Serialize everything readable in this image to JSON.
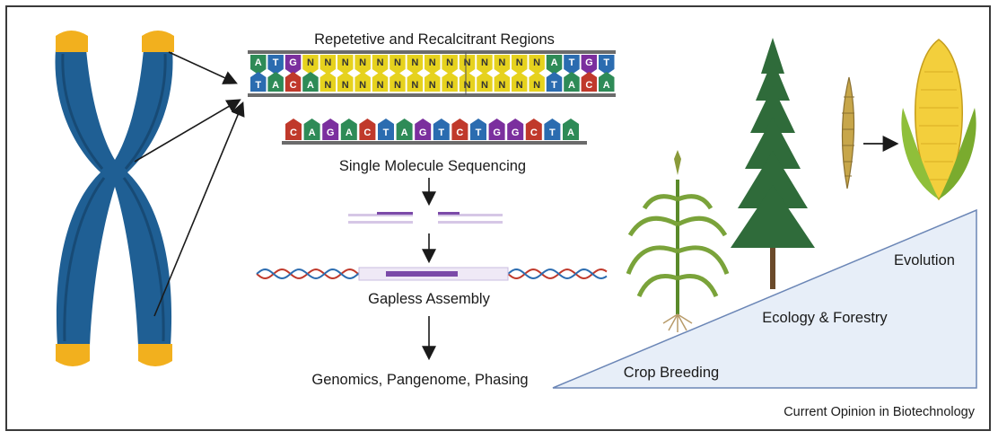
{
  "labels": {
    "repeat_title": "Repetetive and Recalcitrant Regions",
    "single_molecule": "Single Molecule Sequencing",
    "gapless": "Gapless Assembly",
    "genomics": "Genomics, Pangenome, Phasing",
    "crop": "Crop Breeding",
    "ecology": "Ecology & Forestry",
    "evolution": "Evolution",
    "credit": "Current Opinion in Biotechnology"
  },
  "dna": {
    "top_strand": [
      "A",
      "T",
      "G",
      "N",
      "N",
      "N",
      "N",
      "N",
      "N",
      "N",
      "N",
      "N",
      "N",
      "N",
      "N",
      "N",
      "N",
      "A",
      "T",
      "G",
      "T"
    ],
    "bottom_strand": [
      "T",
      "A",
      "C",
      "A",
      "N",
      "N",
      "N",
      "N",
      "N",
      "N",
      "N",
      "N",
      "N",
      "N",
      "N",
      "N",
      "N",
      "T",
      "A",
      "C",
      "A"
    ],
    "read_sequence": [
      "C",
      "A",
      "G",
      "A",
      "C",
      "T",
      "A",
      "G",
      "T",
      "C",
      "T",
      "G",
      "G",
      "C",
      "T",
      "A"
    ]
  },
  "colors": {
    "A": "#2e8b57",
    "T": "#2b6cb0",
    "G": "#7b2f9e",
    "C": "#c0392b",
    "N": "#e6d21e",
    "chromosome": "#1f5f94",
    "telomere": "#f2b01e",
    "triangle": "#e7eef8"
  },
  "icons": [
    "chromosome-icon",
    "maize-plant-icon",
    "conifer-tree-icon",
    "teosinte-ear-icon",
    "corn-cob-icon"
  ]
}
